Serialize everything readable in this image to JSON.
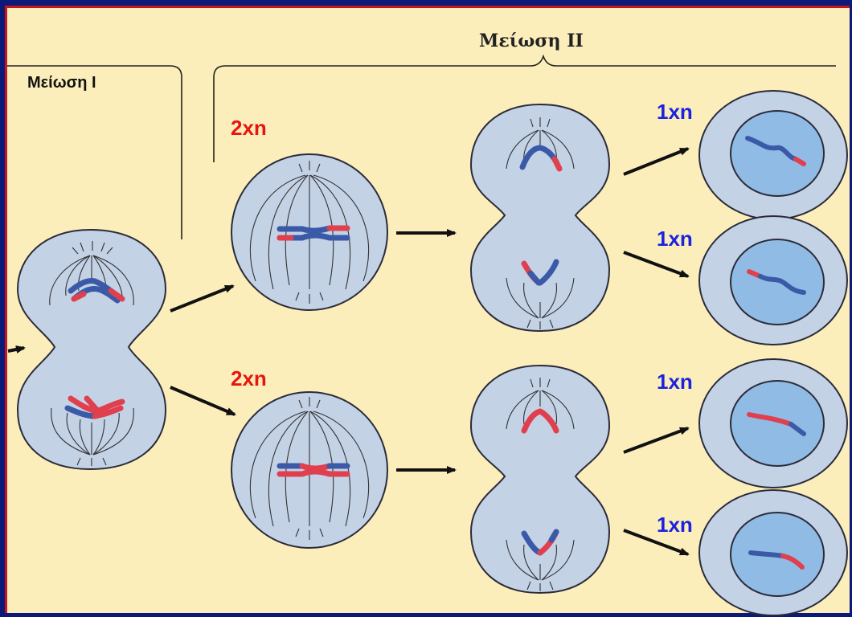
{
  "labels": {
    "meiosis_1": "Μείωση Ι",
    "meiosis_2": "Μείωση ΙΙ",
    "diploid_top": "2xn",
    "diploid_bottom": "2xn",
    "haploid_1": "1xn",
    "haploid_2": "1xn",
    "haploid_3": "1xn",
    "haploid_4": "1xn"
  },
  "colors": {
    "background": "#fbeebb",
    "outer_frame": "#0b1a78",
    "frame_accent": "#c8141e",
    "cell_fill": "#c4d2e6",
    "cell_stroke": "#2b2b3a",
    "nucleus_fill": "#8fbbe4",
    "chromosome_blue": "#3a5aa8",
    "chromosome_red": "#e0404e",
    "label_red": "#e8150e",
    "label_blue": "#1c22e0"
  }
}
